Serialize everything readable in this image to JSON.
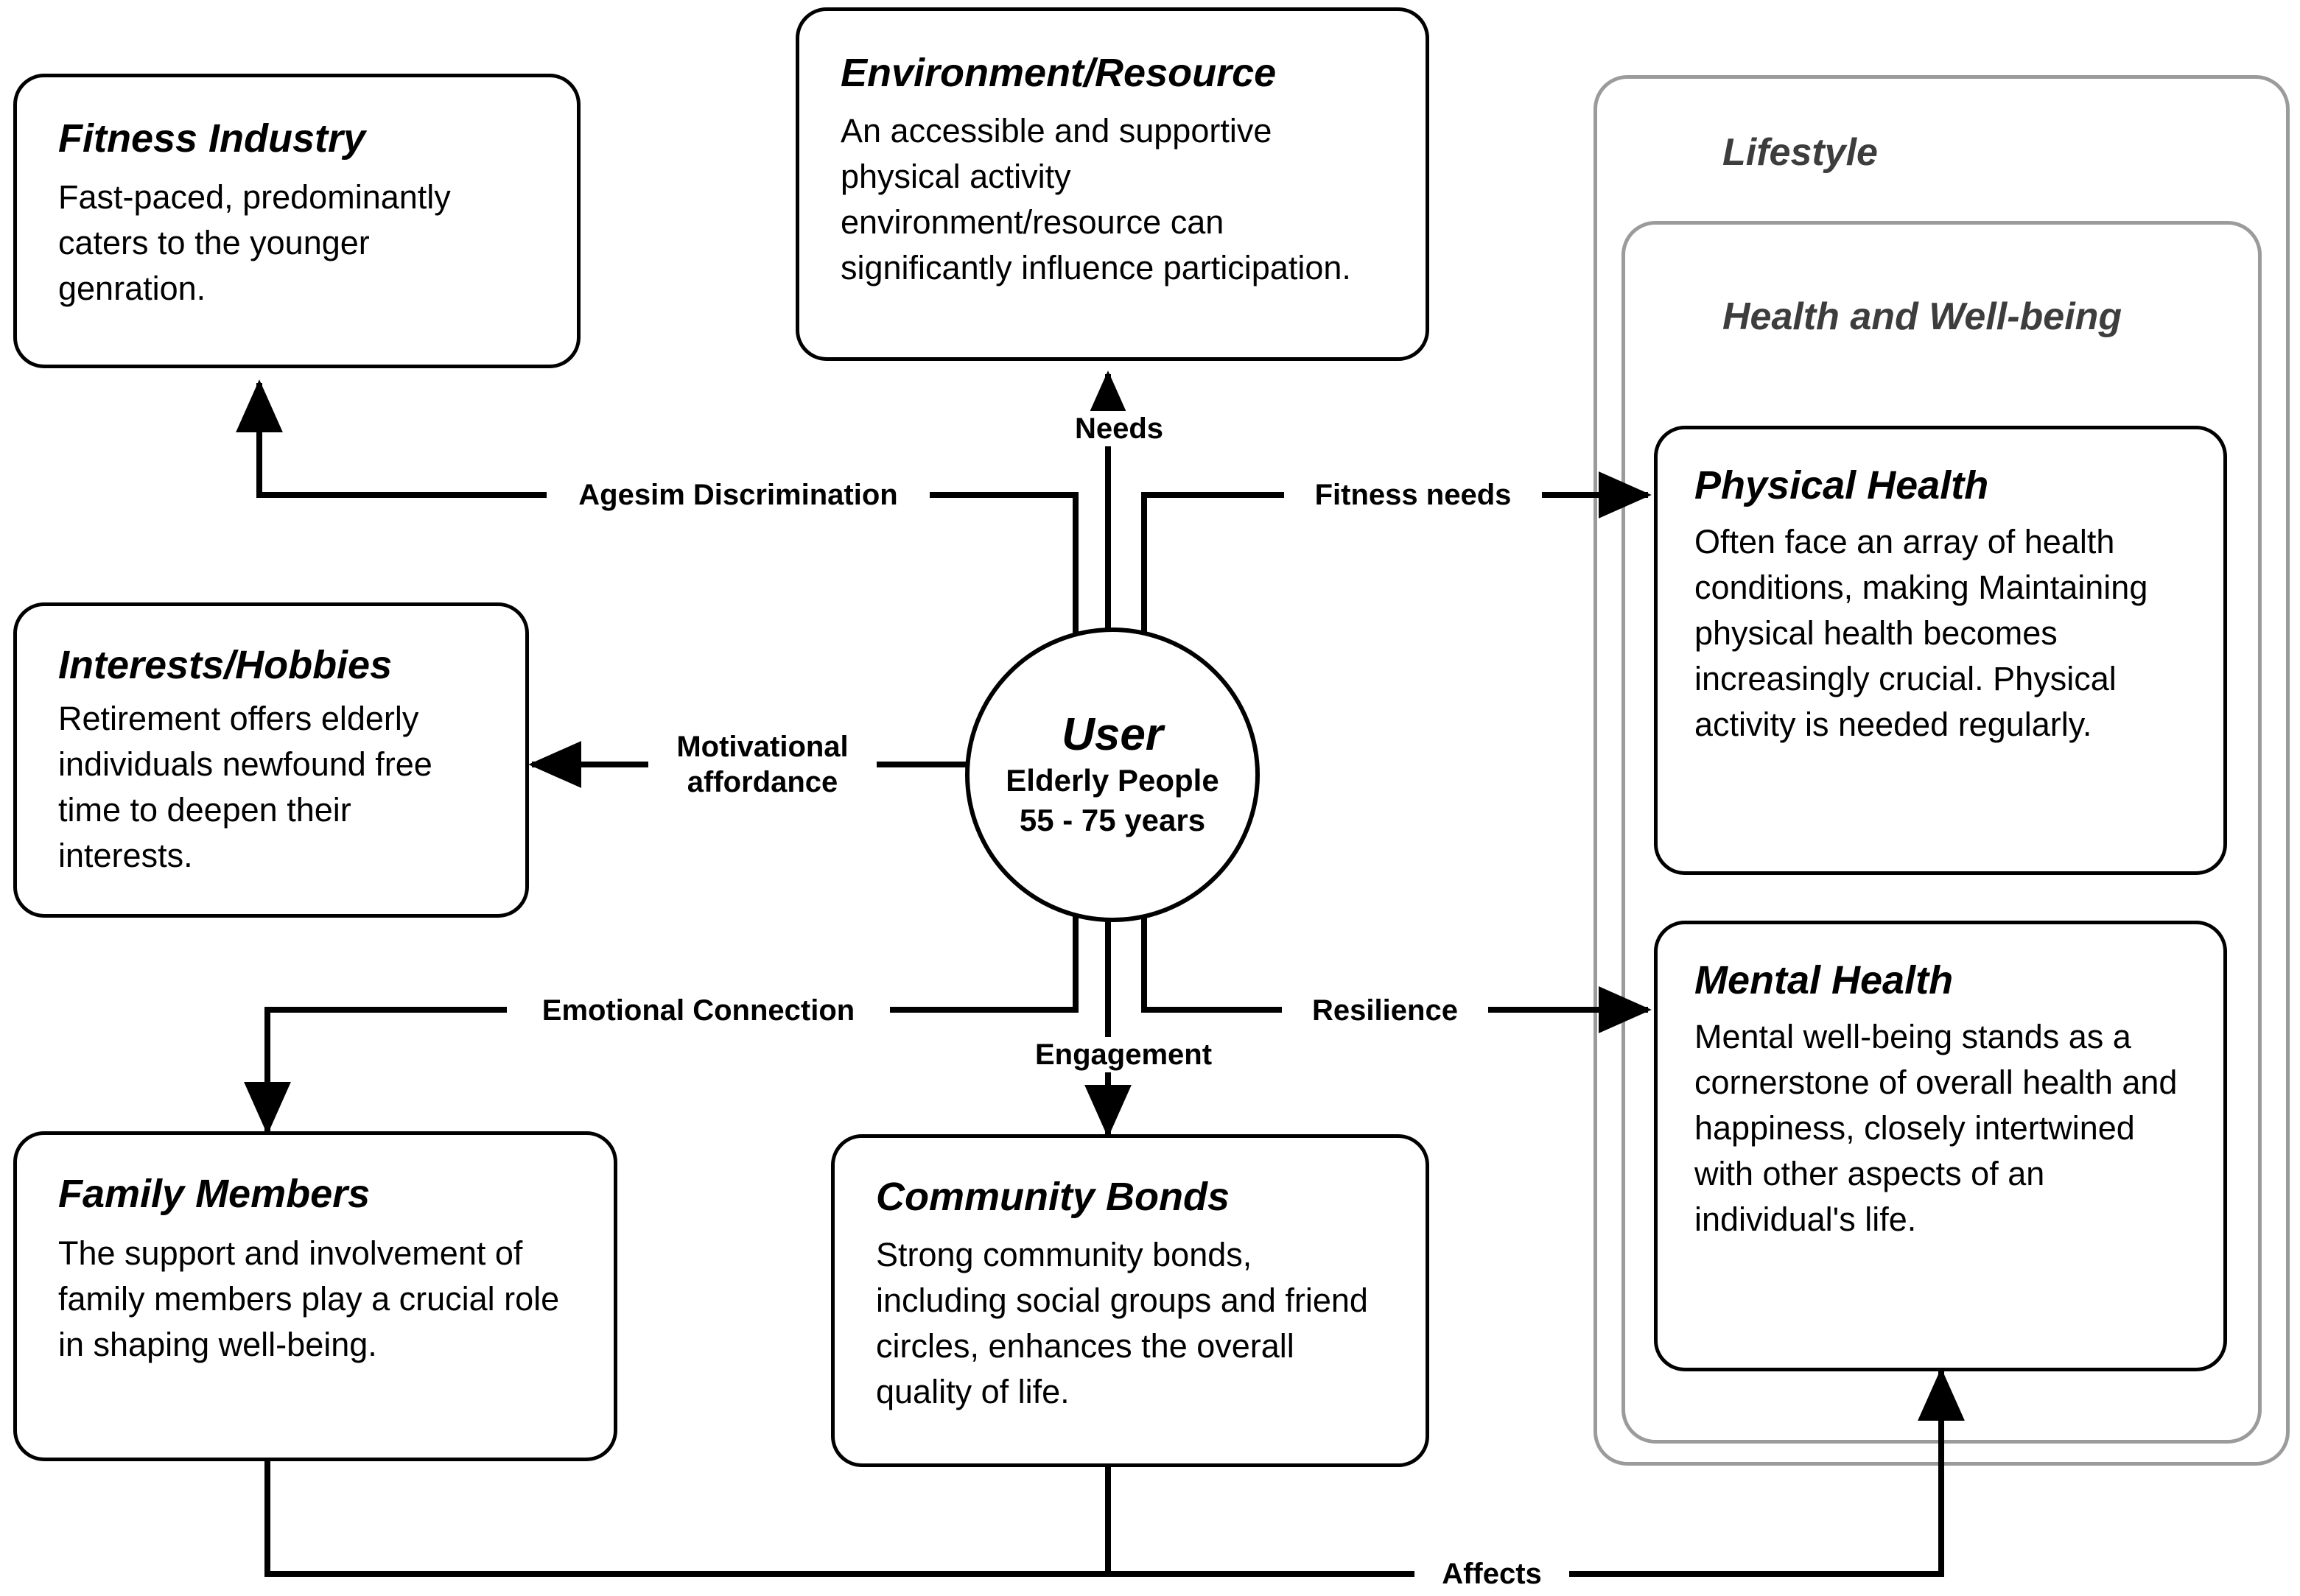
{
  "diagram": {
    "title": "Elderly user stakeholder and lifestyle relationship map",
    "center": {
      "title": "User",
      "subtitle_line1": "Elderly People",
      "subtitle_line2": "55 - 75 years"
    },
    "groups": [
      {
        "id": "lifestyle",
        "label": "Lifestyle",
        "border_color": "#9b9b9b"
      },
      {
        "id": "health-wellbeing",
        "label": "Health and Well-being",
        "border_color": "#9b9b9b"
      }
    ],
    "nodes": [
      {
        "id": "fitness-industry",
        "title": "Fitness Industry",
        "body": "Fast-paced, predominantly caters to the younger genration."
      },
      {
        "id": "environment-resource",
        "title": "Environment/Resource",
        "body": "An accessible and supportive physical activity environment/resource can significantly influence participation."
      },
      {
        "id": "interests-hobbies",
        "title": "Interests/Hobbies",
        "body": "Retirement offers elderly individuals newfound free time to deepen their interests."
      },
      {
        "id": "family-members",
        "title": "Family Members",
        "body": "The support and involvement of family members play a crucial role in shaping well-being."
      },
      {
        "id": "community-bonds",
        "title": "Community Bonds",
        "body": "Strong community bonds, including social groups and friend circles, enhances the overall quality of life."
      },
      {
        "id": "physical-health",
        "title": "Physical Health",
        "body": "Often face an array of health conditions, making Maintaining physical health becomes increasingly crucial. Physical activity is needed regularly."
      },
      {
        "id": "mental-health",
        "title": "Mental Health",
        "body": "Mental well-being stands as a cornerstone of overall health and happiness, closely intertwined with other aspects of an individual's life."
      }
    ],
    "edges": [
      {
        "id": "ageism",
        "label": "Agesim Discrimination",
        "from": "user",
        "to": "fitness-industry"
      },
      {
        "id": "needs",
        "label": "Needs",
        "from": "user",
        "to": "environment-resource"
      },
      {
        "id": "fitness",
        "label": "Fitness needs",
        "from": "user",
        "to": "physical-health"
      },
      {
        "id": "motiv",
        "label": "Motivational\naffordance",
        "from": "user",
        "to": "interests-hobbies"
      },
      {
        "id": "emotional",
        "label": "Emotional Connection",
        "from": "user",
        "to": "family-members"
      },
      {
        "id": "engage",
        "label": "Engagement",
        "from": "user",
        "to": "community-bonds"
      },
      {
        "id": "resil",
        "label": "Resilience",
        "from": "user",
        "to": "mental-health"
      },
      {
        "id": "affects",
        "label": "Affects",
        "from": "family-members",
        "to": "mental-health"
      }
    ],
    "colors": {
      "stroke": "#000000",
      "group_border": "#9b9b9b",
      "background": "#ffffff"
    }
  }
}
